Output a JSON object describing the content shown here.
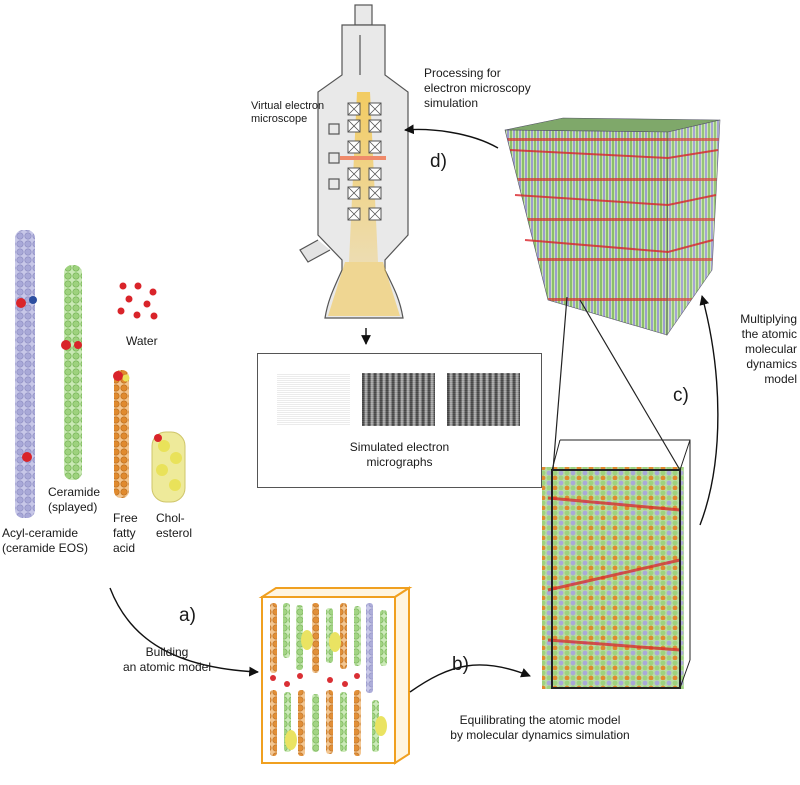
{
  "labels": {
    "virtual_microscope": "Virtual electron\nmicroscope",
    "processing": "Processing for\nelectron microscopy\nsimulation",
    "water": "Water",
    "ceramide": "Ceramide\n(splayed)",
    "acyl_ceramide": "Acyl-ceramide\n(ceramide EOS)",
    "free_fatty_acid": "Free\nfatty\nacid",
    "cholesterol": "Chol-\nesterol",
    "simulated_micrographs": "Simulated electron\nmicrographs",
    "building": "Building\nan atomic model",
    "equilibrating": "Equilibrating the atomic model\nby molecular dynamics simulation",
    "multiplying": "Multiplying\nthe atomic\nmolecular\ndynamics\nmodel"
  },
  "steps": {
    "a": "a)",
    "b": "b)",
    "c": "c)",
    "d": "d)"
  },
  "colors": {
    "acyl_ceramide": "#a9a9d8",
    "ceramide": "#9ed27e",
    "fatty_acid": "#e08a2e",
    "cholesterol": "#e9e25a",
    "oxygen": "#d9242a",
    "box_frame": "#f0a020",
    "beam": "#f4c64a"
  }
}
